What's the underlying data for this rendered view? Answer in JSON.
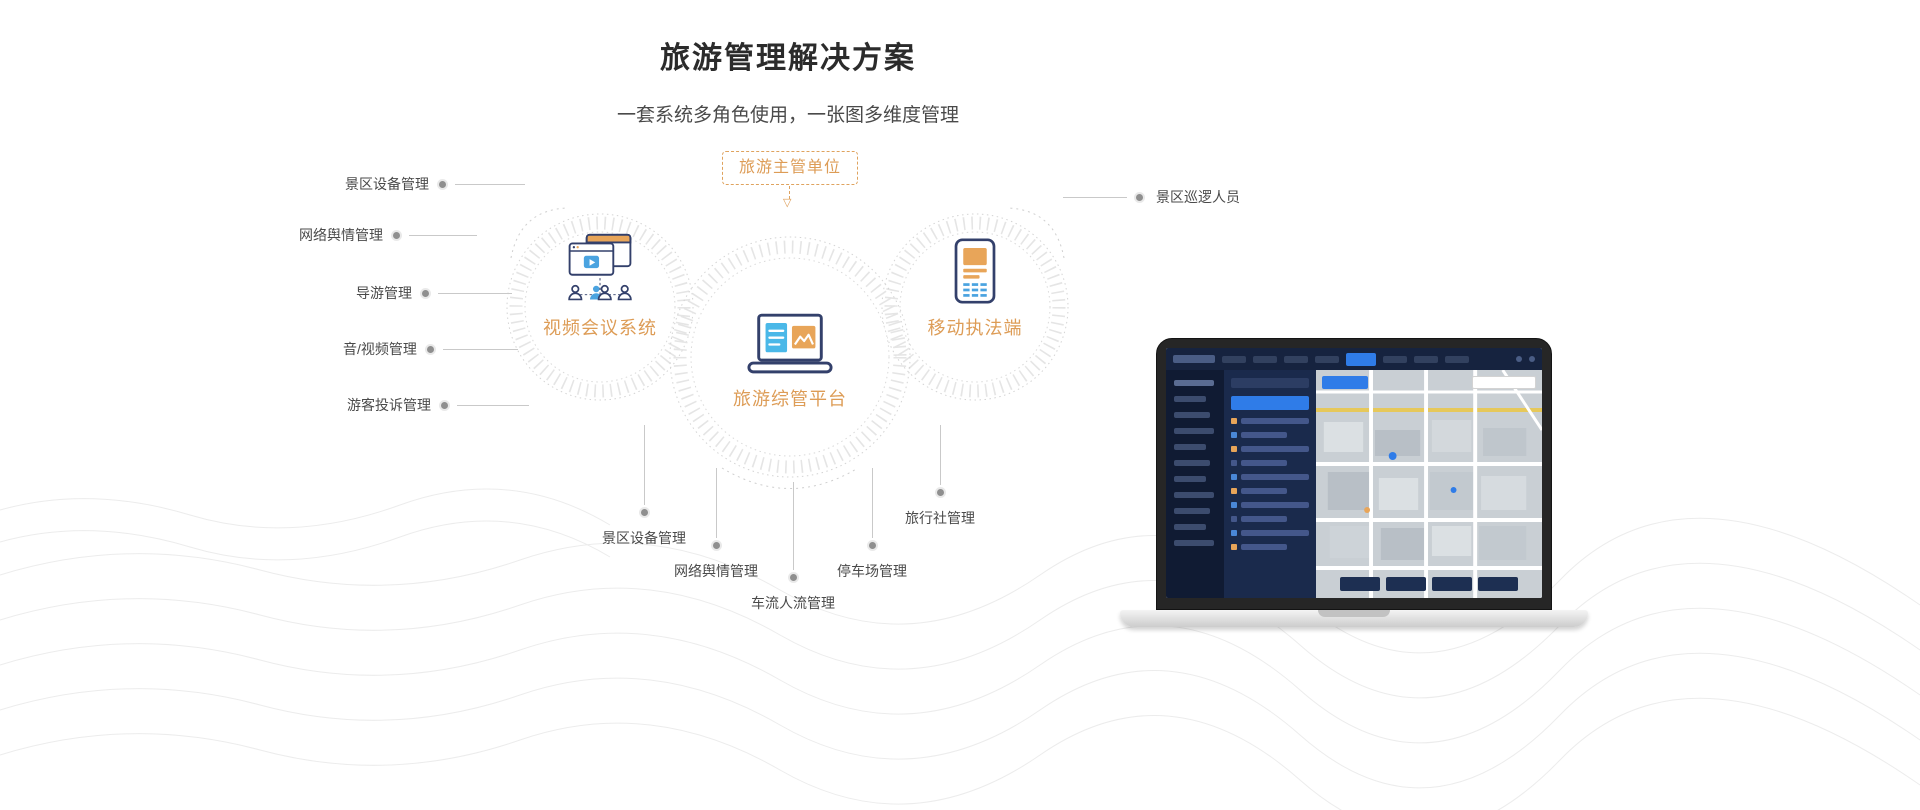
{
  "header": {
    "title": "旅游管理解决方案",
    "subtitle": "一套系统多角色使用，一张图多维度管理"
  },
  "diagram": {
    "authority": {
      "label": "旅游主管单位"
    },
    "nodes": {
      "video": {
        "label": "视频会议系统",
        "icon": "video-conference-icon"
      },
      "platform": {
        "label": "旅游综管平台",
        "icon": "laptop-dashboard-icon"
      },
      "mobile": {
        "label": "移动执法端",
        "icon": "mobile-enforcement-icon"
      }
    },
    "left_labels": [
      {
        "label": "景区设备管理"
      },
      {
        "label": "网络舆情管理"
      },
      {
        "label": "导游管理"
      },
      {
        "label": "音/视频管理"
      },
      {
        "label": "游客投诉管理"
      }
    ],
    "right_labels": [
      {
        "label": "景区巡逻人员"
      }
    ],
    "bottom_labels": [
      {
        "label": "景区设备管理"
      },
      {
        "label": "网络舆情管理"
      },
      {
        "label": "车流人流管理"
      },
      {
        "label": "停车场管理"
      },
      {
        "label": "旅行社管理"
      }
    ]
  },
  "icons": {
    "arrow_down_hollow": "▽"
  },
  "colors": {
    "accent_orange": "#DD9C56",
    "icon_navy": "#33406B",
    "icon_blue": "#4AA3E0",
    "icon_orange": "#E8A559",
    "ring_gray": "#E5E5E5",
    "connector_gray": "#C9C9C9",
    "dot_gray": "#8F8F8F",
    "title_color": "#2B2B2B",
    "label_color": "#4A4A4A",
    "dashboard_navy": "#16233F",
    "dashboard_blue": "#2F7CE8"
  }
}
